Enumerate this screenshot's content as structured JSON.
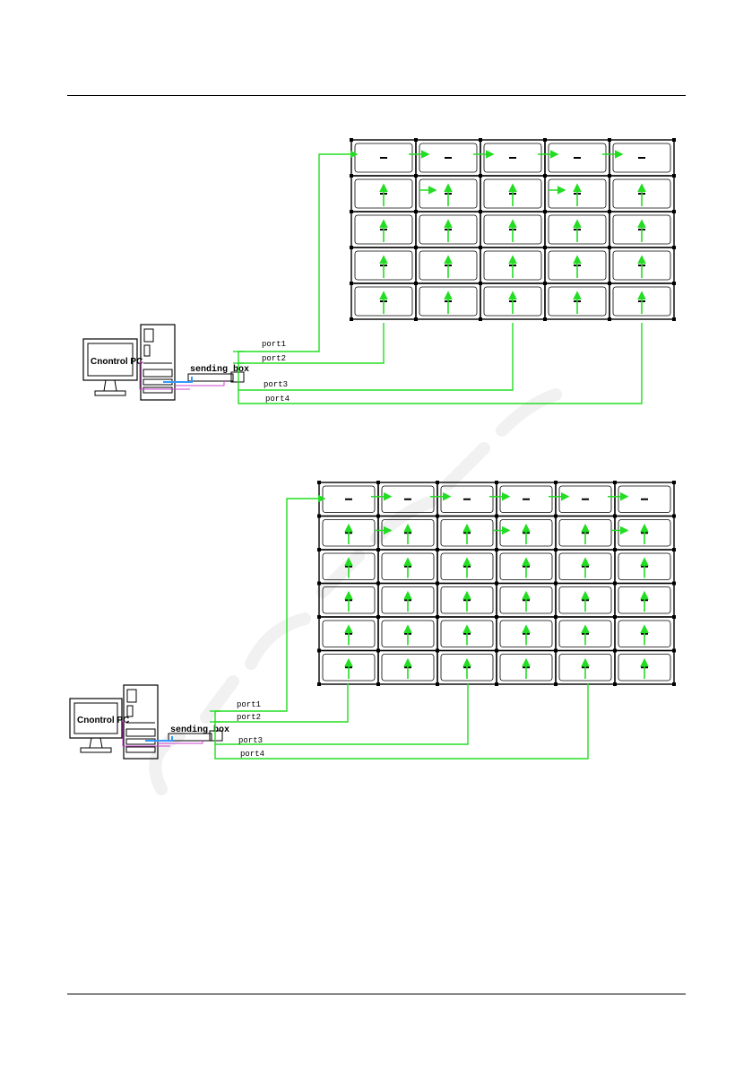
{
  "colors": {
    "cable": "#22dd22",
    "frame": "#000000",
    "usb": "#3399ff",
    "dvi": "#cc44cc"
  },
  "diagrams": [
    {
      "pc_label": "Cnontrol PC",
      "sending_box_label": "sending box",
      "ports": [
        "port1",
        "port2",
        "port3",
        "port4"
      ],
      "grid": {
        "cols": 5,
        "rows": 5
      }
    },
    {
      "pc_label": "Cnontrol PC",
      "sending_box_label": "sending box",
      "ports": [
        "port1",
        "port2",
        "port3",
        "port4"
      ],
      "grid": {
        "cols": 6,
        "rows": 6
      }
    }
  ]
}
